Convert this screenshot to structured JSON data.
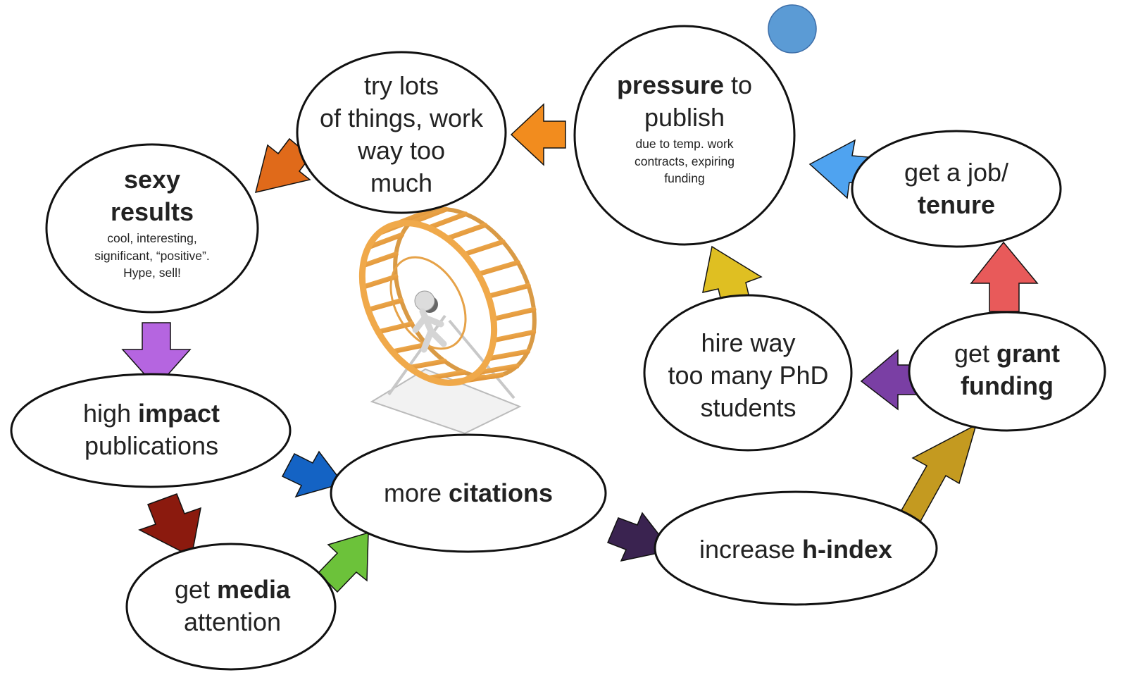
{
  "nodes": {
    "pressure": {
      "strong": "pressure",
      "rest1": " to",
      "line2": "publish",
      "sub1": "due to temp. work",
      "sub2": "contracts, expiring",
      "sub3": "funding"
    },
    "try_lots": {
      "line1": "try lots",
      "line2": "of things, work",
      "line3": "way too",
      "line4": "much"
    },
    "sexy": {
      "strong1": "sexy",
      "strong2": "results",
      "sub1": "cool, interesting,",
      "sub2": "significant, “positive”.",
      "sub3": "Hype, sell!"
    },
    "high_impact": {
      "pre": "high ",
      "strong": "impact",
      "line2": "publications"
    },
    "media": {
      "pre": "get ",
      "strong": "media",
      "line2": "attention"
    },
    "citations": {
      "pre": "more ",
      "strong": "citations"
    },
    "h_index": {
      "pre": "increase ",
      "strong": "h-index"
    },
    "grant": {
      "pre": "get ",
      "strong": "grant",
      "strong2": "funding"
    },
    "hire": {
      "line1": "hire way",
      "line2": "too many PhD",
      "line3": "students"
    },
    "job": {
      "line1": "get a job/",
      "strong": "tenure"
    }
  },
  "colors": {
    "arrow_pressure_to_try": "#f28c1e",
    "arrow_try_to_sexy": "#e06a1a",
    "arrow_sexy_to_impact": "#b565e0",
    "arrow_impact_to_citations": "#1463c4",
    "arrow_impact_to_media": "#8b1a0e",
    "arrow_media_to_citations": "#6cc23a",
    "arrow_citations_to_hindex": "#3a2350",
    "arrow_hindex_to_grant": "#c49a20",
    "arrow_grant_to_hire": "#7a3fa4",
    "arrow_grant_to_job": "#e85a5a",
    "arrow_hire_to_pressure": "#dfbf22",
    "arrow_job_to_pressure": "#4fa3f0",
    "blue_dot": "#5b9bd5",
    "wheel_bars": "#f0a94a"
  },
  "icons": {
    "hamster_wheel": "hamster-wheel-icon",
    "blue_dot": "circle-icon"
  }
}
